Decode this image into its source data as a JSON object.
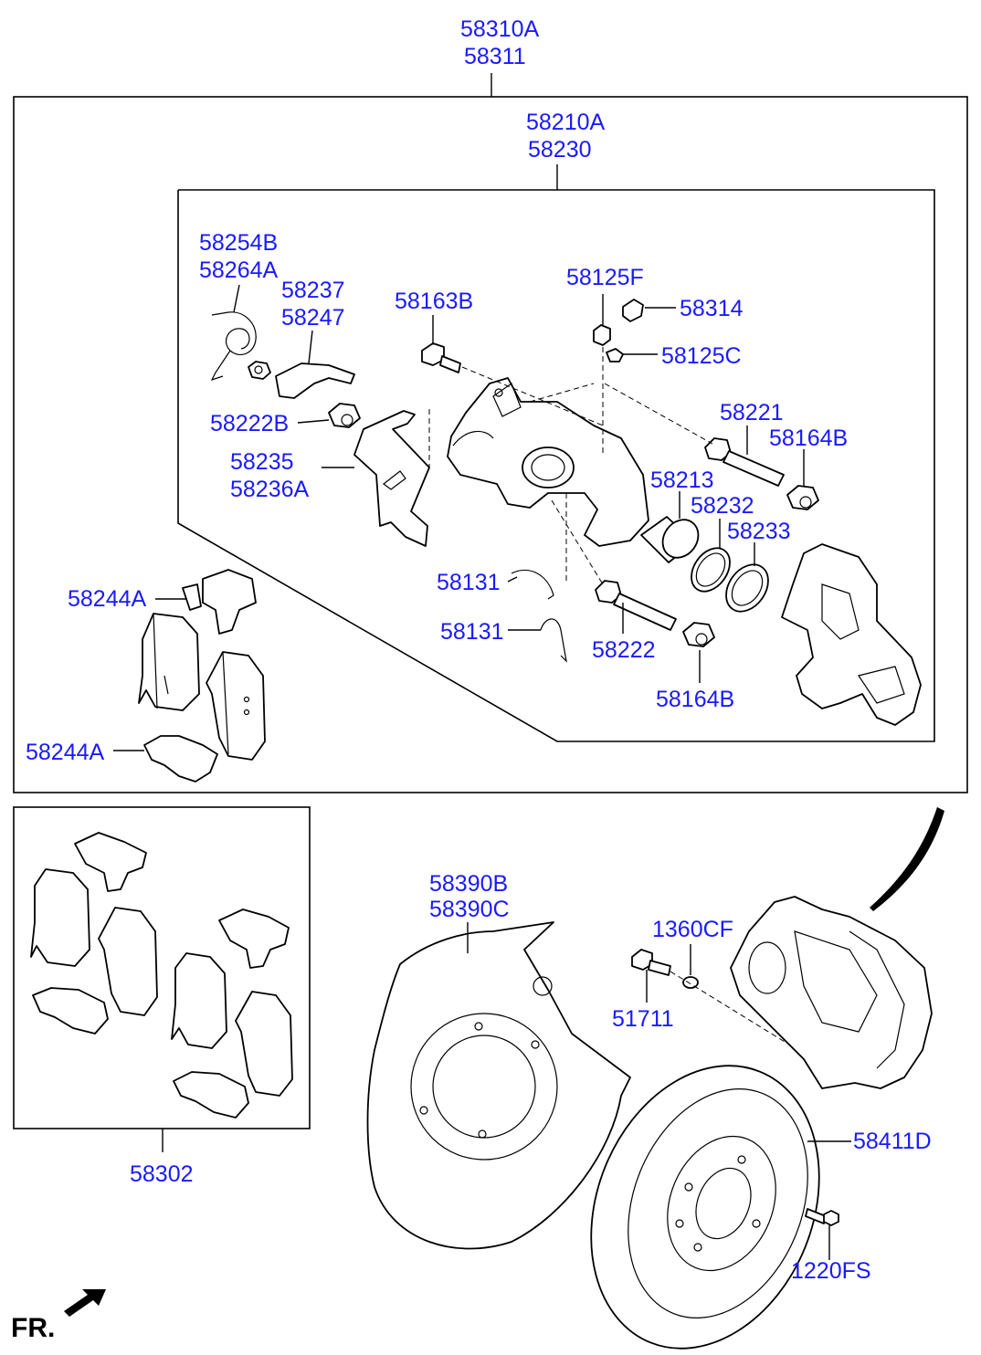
{
  "labels": {
    "l58310A": "58310A",
    "l58311": "58311",
    "l58210A": "58210A",
    "l58230": "58230",
    "l58254B": "58254B",
    "l58264A": "58264A",
    "l58237": "58237",
    "l58247": "58247",
    "l58163B": "58163B",
    "l58125F": "58125F",
    "l58314": "58314",
    "l58125C": "58125C",
    "l58221": "58221",
    "l58164B_top": "58164B",
    "l58222B": "58222B",
    "l58235": "58235",
    "l58236A": "58236A",
    "l58213": "58213",
    "l58232": "58232",
    "l58233": "58233",
    "l58244A_top": "58244A",
    "l58131_a": "58131",
    "l58131_b": "58131",
    "l58222": "58222",
    "l58164B_bottom": "58164B",
    "l58244A_bottom": "58244A",
    "l58390B": "58390B",
    "l58390C": "58390C",
    "l1360CF": "1360CF",
    "l51711": "51711",
    "l58411D": "58411D",
    "l58302": "58302",
    "l1220FS": "1220FS"
  },
  "direction_marker": {
    "text": "FR."
  },
  "colors": {
    "label": "#1a1aff",
    "line": "#000000"
  }
}
